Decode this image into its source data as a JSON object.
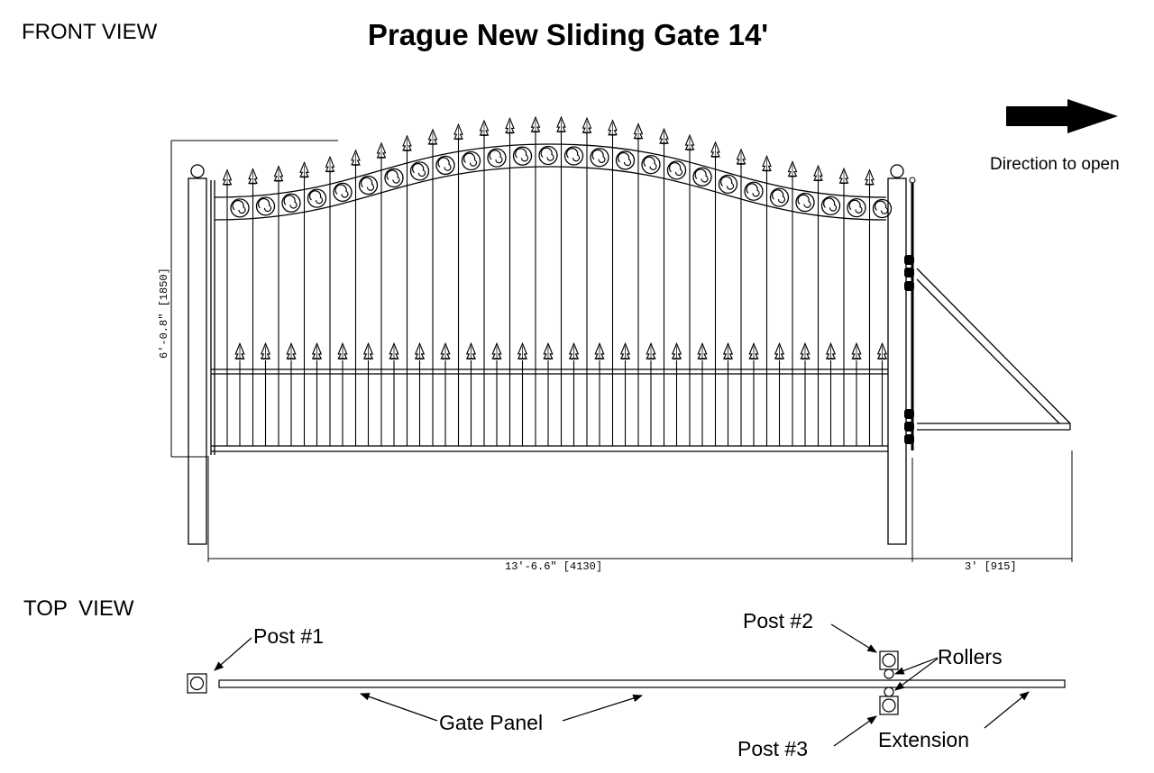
{
  "title": "Prague New Sliding Gate 14'",
  "views": {
    "front": "FRONT VIEW",
    "top": "TOP  VIEW"
  },
  "direction_label": "Direction to open",
  "dimensions": {
    "height": "6'-0.8\" [1850]",
    "width": "13'-6.6\" [4130]",
    "extension": "3'  [915]"
  },
  "callouts": {
    "post1": "Post #1",
    "post2": "Post #2",
    "post3": "Post #3",
    "rollers": "Rollers",
    "gate_panel": "Gate Panel",
    "extension": "Extension"
  },
  "colors": {
    "ink": "#000000",
    "paper": "#ffffff"
  }
}
